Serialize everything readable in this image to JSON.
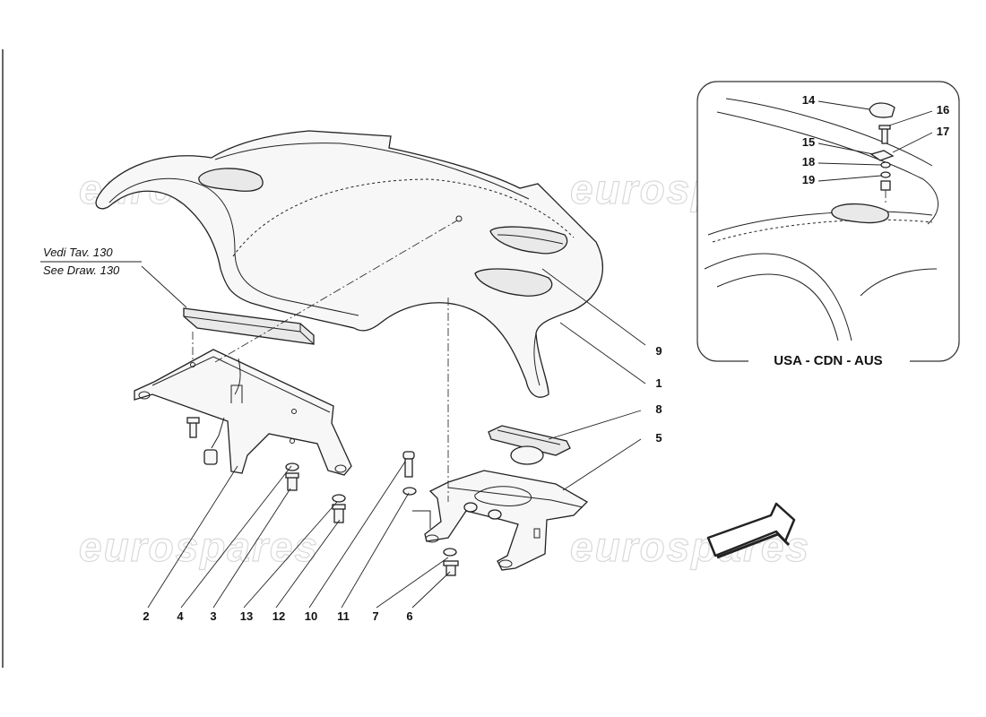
{
  "watermark": {
    "text": "eurospares"
  },
  "reference": {
    "line1": "Vedi Tav. 130",
    "line2": "See Draw. 130"
  },
  "callouts": {
    "c1": "1",
    "c2": "2",
    "c3": "3",
    "c4": "4",
    "c5": "5",
    "c6": "6",
    "c7": "7",
    "c8": "8",
    "c9": "9",
    "c10": "10",
    "c11": "11",
    "c12": "12",
    "c13": "13",
    "c14": "14",
    "c15": "15",
    "c16": "16",
    "c17": "17",
    "c18": "18",
    "c19": "19"
  },
  "inset": {
    "label": "USA - CDN - AUS"
  },
  "icons": {
    "direction": "front-direction-arrow-icon"
  },
  "colors": {
    "line": "#222222",
    "watermark_stroke": "#d9d9d9",
    "background": "#ffffff"
  }
}
